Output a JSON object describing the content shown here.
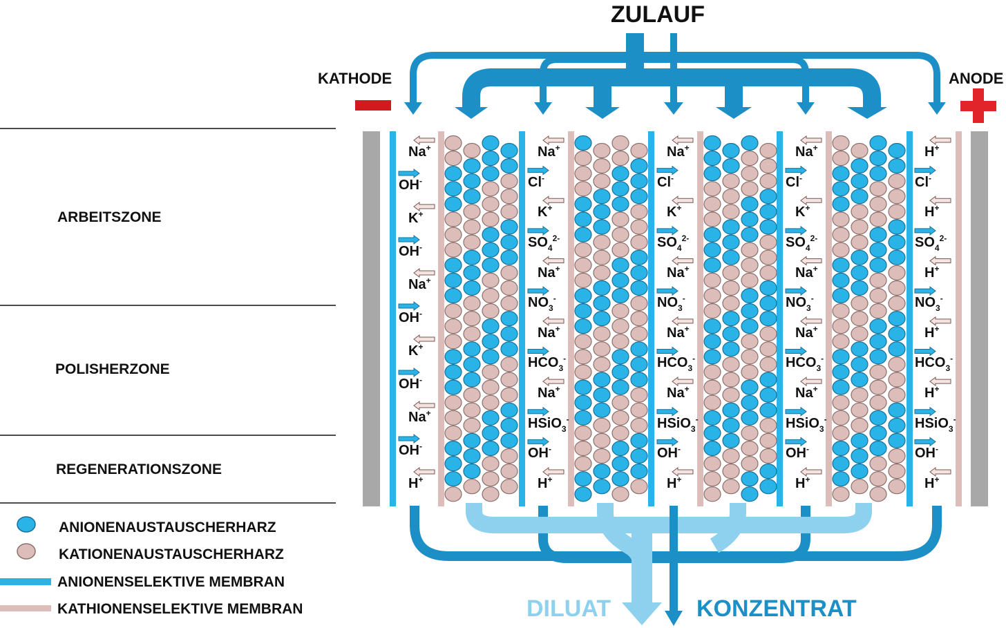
{
  "title": "ZULAUF",
  "electrodes": {
    "cathode": "KATHODE",
    "anode": "ANODE"
  },
  "zones": [
    "ARBEITSZONE",
    "POLISHERZONE",
    "REGENERATIONSZONE"
  ],
  "legend": [
    {
      "label": "ANIONENAUSTAUSCHERHARZ",
      "symbol": "anion-resin",
      "color": "#29b3e6"
    },
    {
      "label": "KATIONENAUSTAUSCHERHARZ",
      "symbol": "cation-resin",
      "color": "#dcbdb9"
    },
    {
      "label": "ANIONENSELEKTIVE MEMBRAN",
      "symbol": "anion-membrane",
      "color": "#29b3e6"
    },
    {
      "label": "KATHIONENSELEKTIVE MEMBRAN",
      "symbol": "cation-membrane",
      "color": "#dcbdb9"
    }
  ],
  "outputs": {
    "diluate": "DILUAT",
    "concentrate": "KONZENTRAT"
  },
  "colors": {
    "anion": "#29b3e6",
    "cation": "#dcbdb9",
    "flow_dark": "#1b8fc6",
    "flow_light": "#8ed1ee",
    "electrode": "#a8a8a8",
    "minus": "#d2191e",
    "plus": "#e0242a"
  },
  "channels": [
    {
      "ions": [
        {
          "b": "Na",
          "sup": "+",
          "dir": "left"
        },
        {
          "b": "OH",
          "sup": "-",
          "dir": "right"
        },
        {
          "b": "K",
          "sup": "+",
          "dir": "left"
        },
        {
          "b": "OH",
          "sup": "-",
          "dir": "right"
        },
        {
          "b": "Na",
          "sup": "+",
          "dir": "left"
        },
        {
          "b": "OH",
          "sup": "-",
          "dir": "right"
        },
        {
          "b": "K",
          "sup": "+",
          "dir": "left"
        },
        {
          "b": "OH",
          "sup": "-",
          "dir": "right"
        },
        {
          "b": "Na",
          "sup": "+",
          "dir": "left"
        },
        {
          "b": "OH",
          "sup": "-",
          "dir": "right"
        },
        {
          "b": "H",
          "sup": "+",
          "dir": "left"
        }
      ]
    },
    {
      "ions": [
        {
          "b": "Na",
          "sup": "+",
          "dir": "left"
        },
        {
          "b": "Cl",
          "sup": "-",
          "dir": "right"
        },
        {
          "b": "K",
          "sup": "+",
          "dir": "left"
        },
        {
          "b": "SO",
          "sub": "4",
          "sup": "2-",
          "dir": "right"
        },
        {
          "b": "Na",
          "sup": "+",
          "dir": "left"
        },
        {
          "b": "NO",
          "sub": "3",
          "sup": "-",
          "dir": "right"
        },
        {
          "b": "Na",
          "sup": "+",
          "dir": "left"
        },
        {
          "b": "HCO",
          "sub": "3",
          "sup": "-",
          "dir": "right"
        },
        {
          "b": "Na",
          "sup": "+",
          "dir": "left"
        },
        {
          "b": "HSiO",
          "sub": "3",
          "sup": "-",
          "dir": "right"
        },
        {
          "b": "OH",
          "sup": "-",
          "dir": "right"
        },
        {
          "b": "H",
          "sup": "+",
          "dir": "left"
        }
      ]
    },
    {
      "ions": [
        {
          "b": "Na",
          "sup": "+",
          "dir": "left"
        },
        {
          "b": "Cl",
          "sup": "-",
          "dir": "right"
        },
        {
          "b": "K",
          "sup": "+",
          "dir": "left"
        },
        {
          "b": "SO",
          "sub": "4",
          "sup": "2-",
          "dir": "right"
        },
        {
          "b": "Na",
          "sup": "+",
          "dir": "left"
        },
        {
          "b": "NO",
          "sub": "3",
          "sup": "-",
          "dir": "right"
        },
        {
          "b": "Na",
          "sup": "+",
          "dir": "left"
        },
        {
          "b": "HCO",
          "sub": "3",
          "sup": "-",
          "dir": "right"
        },
        {
          "b": "Na",
          "sup": "+",
          "dir": "left"
        },
        {
          "b": "HSiO",
          "sub": "3",
          "sup": "-",
          "dir": "right"
        },
        {
          "b": "OH",
          "sup": "-",
          "dir": "right"
        },
        {
          "b": "H",
          "sup": "+",
          "dir": "left"
        }
      ]
    },
    {
      "ions": [
        {
          "b": "Na",
          "sup": "+",
          "dir": "left"
        },
        {
          "b": "Cl",
          "sup": "-",
          "dir": "right"
        },
        {
          "b": "K",
          "sup": "+",
          "dir": "left"
        },
        {
          "b": "SO",
          "sub": "4",
          "sup": "2-",
          "dir": "right"
        },
        {
          "b": "Na",
          "sup": "+",
          "dir": "left"
        },
        {
          "b": "NO",
          "sub": "3",
          "sup": "-",
          "dir": "right"
        },
        {
          "b": "Na",
          "sup": "+",
          "dir": "left"
        },
        {
          "b": "HCO",
          "sub": "3",
          "sup": "-",
          "dir": "right"
        },
        {
          "b": "Na",
          "sup": "+",
          "dir": "left"
        },
        {
          "b": "HSiO",
          "sub": "3",
          "sup": "-",
          "dir": "right"
        },
        {
          "b": "OH",
          "sup": "-",
          "dir": "right"
        },
        {
          "b": "H",
          "sup": "+",
          "dir": "left"
        }
      ]
    },
    {
      "ions": [
        {
          "b": "H",
          "sup": "+",
          "dir": "left"
        },
        {
          "b": "Cl",
          "sup": "-",
          "dir": "right"
        },
        {
          "b": "H",
          "sup": "+",
          "dir": "left"
        },
        {
          "b": "SO",
          "sub": "4",
          "sup": "2-",
          "dir": "right"
        },
        {
          "b": "H",
          "sup": "+",
          "dir": "left"
        },
        {
          "b": "NO",
          "sub": "3",
          "sup": "-",
          "dir": "right"
        },
        {
          "b": "H",
          "sup": "+",
          "dir": "left"
        },
        {
          "b": "HCO",
          "sub": "3",
          "sup": "-",
          "dir": "right"
        },
        {
          "b": "H",
          "sup": "+",
          "dir": "left"
        },
        {
          "b": "HSiO",
          "sub": "3",
          "sup": "-",
          "dir": "right"
        },
        {
          "b": "OH",
          "sup": "-",
          "dir": "right"
        },
        {
          "b": "H",
          "sup": "+",
          "dir": "left"
        }
      ]
    }
  ]
}
